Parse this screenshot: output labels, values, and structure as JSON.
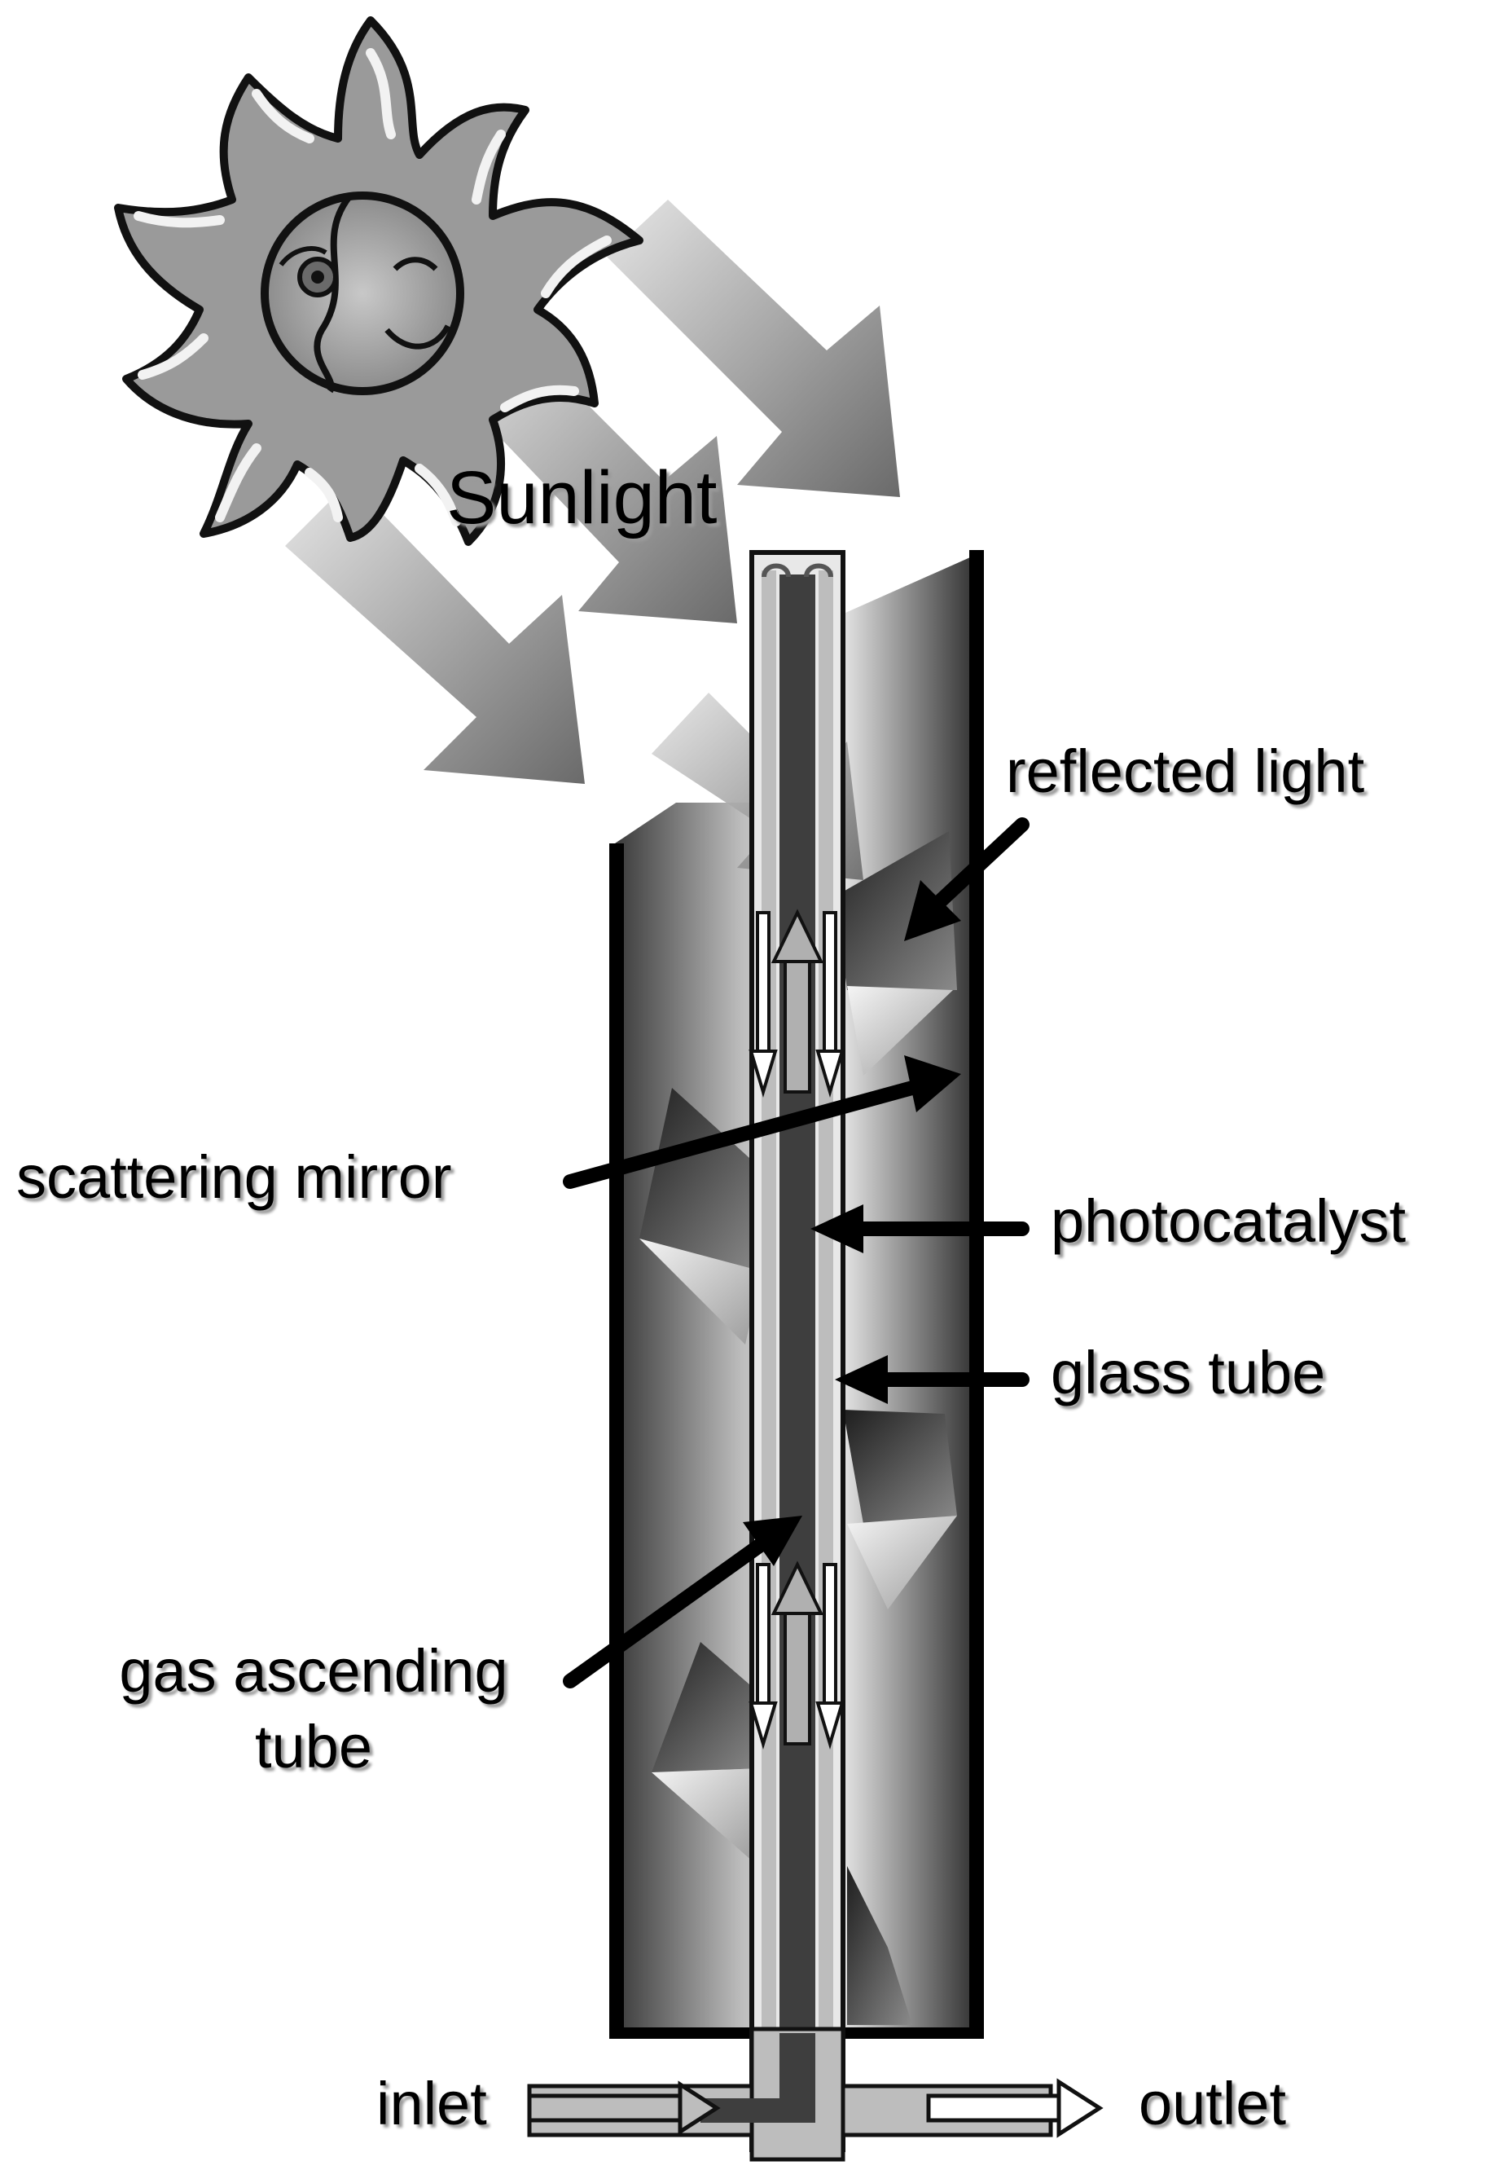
{
  "labels": {
    "sunlight": "Sunlight",
    "reflected_light": "reflected light",
    "scattering_mirror": "scattering mirror",
    "photocatalyst": "photocatalyst",
    "glass_tube": "glass tube",
    "gas_ascending_line1": "gas ascending",
    "gas_ascending_line2": "tube",
    "inlet": "inlet",
    "outlet": "outlet"
  },
  "icons": {
    "sun": "sun-with-face-icon"
  },
  "colors": {
    "background": "#ffffff",
    "ink": "#000000",
    "dark_gray": "#3c3c3c",
    "mid_gray": "#808080",
    "light_gray": "#d0d0d0"
  }
}
